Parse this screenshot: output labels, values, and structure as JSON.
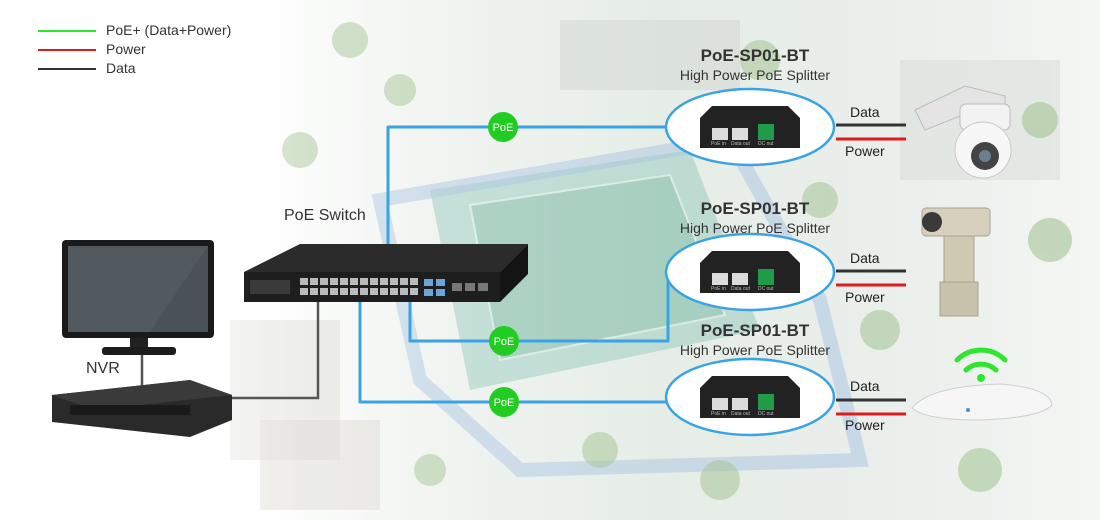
{
  "legend": [
    {
      "label": "PoE+ (Data+Power)",
      "color": "#2ee62e"
    },
    {
      "label": "Power",
      "color": "#e01b1b"
    },
    {
      "label": "Data",
      "color": "#333333"
    }
  ],
  "switch": {
    "label": "PoE Switch"
  },
  "nvr": {
    "label": "NVR"
  },
  "poe_badge": "PoE",
  "splitters": [
    {
      "title": "PoE-SP01-BT",
      "subtitle": "High Power PoE Splitter",
      "port1": "PoE in",
      "port2": "Data out",
      "port3": "DC out",
      "data_label": "Data",
      "power_label": "Power",
      "device": "ptz-dome-camera"
    },
    {
      "title": "PoE-SP01-BT",
      "subtitle": "High Power PoE Splitter",
      "port1": "PoE in",
      "port2": "Data out",
      "port3": "DC out",
      "data_label": "Data",
      "power_label": "Power",
      "device": "positioning-camera"
    },
    {
      "title": "PoE-SP01-BT",
      "subtitle": "High Power PoE Splitter",
      "port1": "PoE in",
      "port2": "Data out",
      "port3": "DC out",
      "data_label": "Data",
      "power_label": "Power",
      "device": "wireless-access-point"
    }
  ],
  "colors": {
    "poe_line": "#3aa3e3",
    "poe_badge": "#22cc22",
    "power": "#e01b1b",
    "data": "#333333",
    "wifi": "#2ee62e"
  }
}
